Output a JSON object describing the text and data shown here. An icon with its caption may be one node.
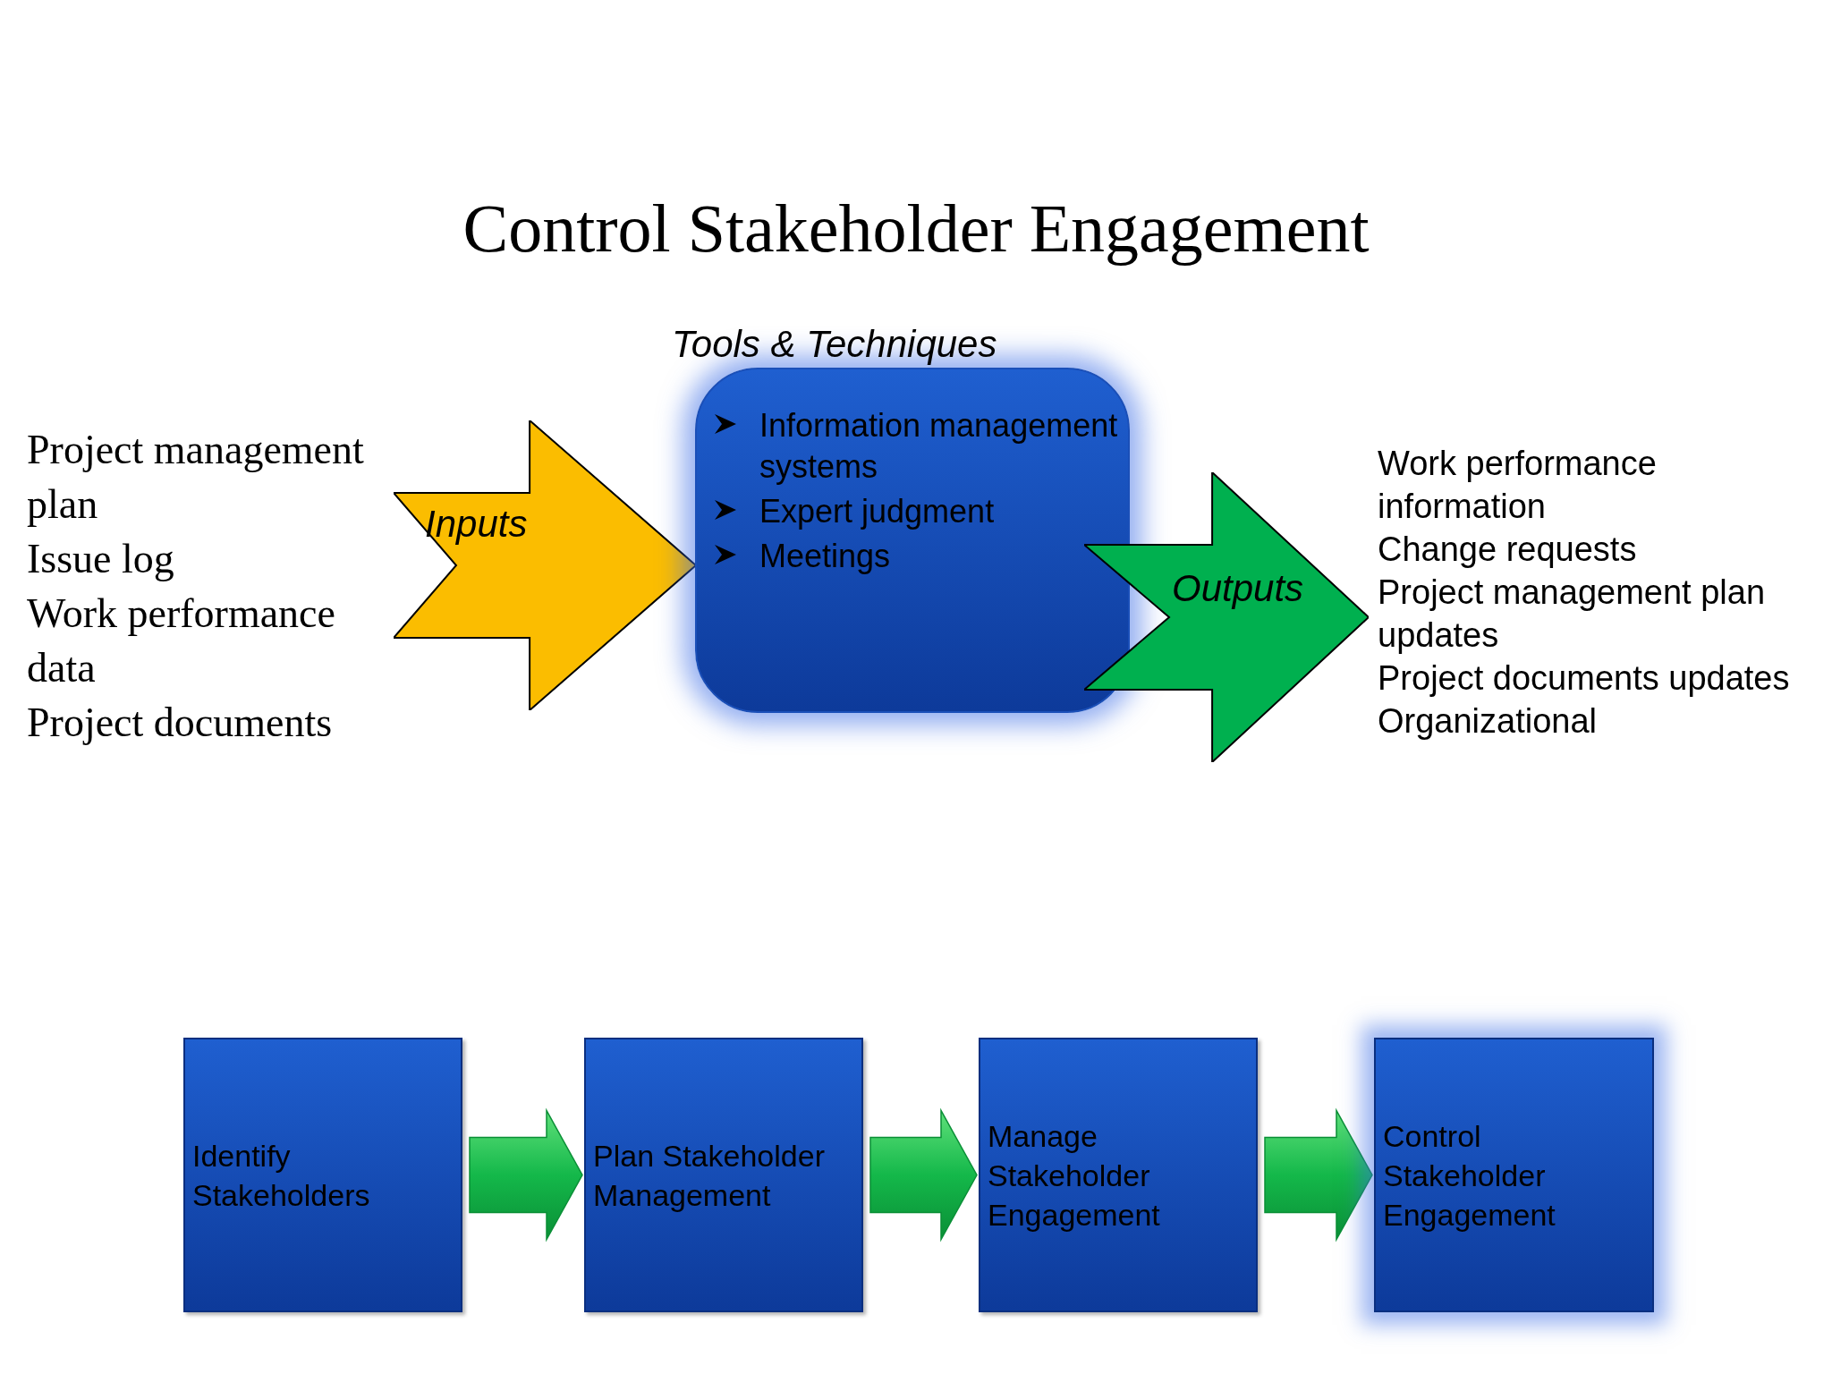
{
  "diagram": {
    "title": "Control Stakeholder Engagement",
    "nodes": [
      {
        "text": [
          "Inputs"
        ]
      },
      {
        "text": [
          "Information management systems",
          "Expert judgment",
          "Meetings"
        ],
        "beside": [
          "Tools & Techniques"
        ]
      },
      {
        "text": [
          "Outputs"
        ]
      },
      {
        "text": [
          "Identify Stakeholders"
        ]
      },
      {
        "text": [
          "Plan Stakeholder Management"
        ]
      },
      {
        "text": [
          "Manage Stakeholder Engagement"
        ]
      },
      {
        "text": [
          "Control Stakeholder Engagement"
        ]
      }
    ],
    "edges": [
      {
        "from": 3,
        "to": 4,
        "arrow": "to"
      },
      {
        "from": 4,
        "to": 5,
        "arrow": "to"
      },
      {
        "from": 5,
        "to": 6,
        "arrow": "to"
      }
    ],
    "labels": [
      "Project management plan",
      "Issue log",
      "Work performance data",
      "Project documents",
      "Work performance information",
      "Change requests",
      "Project management plan updates",
      "Project documents updates",
      "Organizational"
    ]
  }
}
